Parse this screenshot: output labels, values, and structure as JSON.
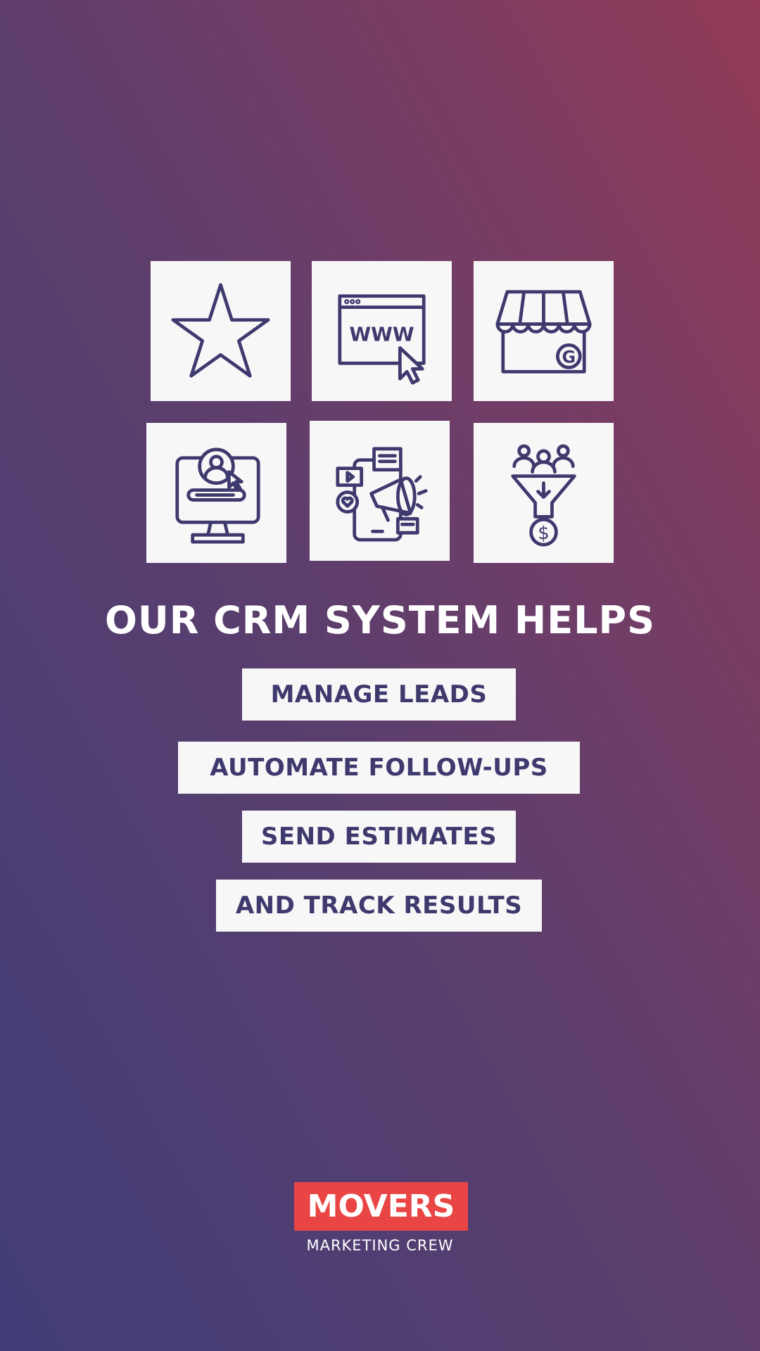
{
  "tiles": [
    {
      "icon": "star-icon"
    },
    {
      "icon": "website-cursor-icon",
      "text": "WWW"
    },
    {
      "icon": "google-business-storefront-icon",
      "text": "G"
    },
    {
      "icon": "user-profile-monitor-icon"
    },
    {
      "icon": "social-media-megaphone-icon"
    },
    {
      "icon": "sales-funnel-dollar-icon",
      "text": "$"
    }
  ],
  "headline": "OUR CRM SYSTEM HELPS",
  "features": [
    "MANAGE LEADS",
    "AUTOMATE FOLLOW-UPS",
    "SEND ESTIMATES",
    "AND TRACK RESULTS"
  ],
  "logo": {
    "brand": "MOVERS",
    "tagline": "MARKETING CREW"
  },
  "colors": {
    "accent": "#ea4545",
    "icon": "#3f3a6e",
    "tile": "#f8f7f8"
  }
}
